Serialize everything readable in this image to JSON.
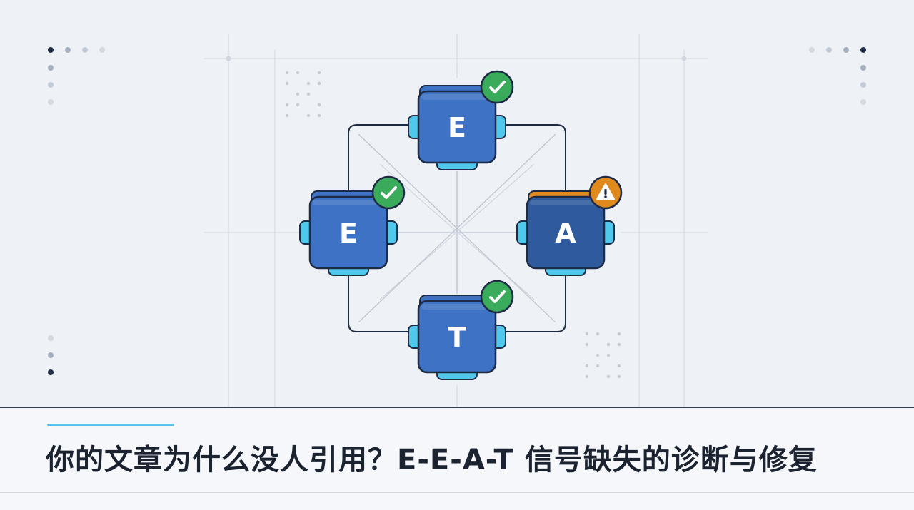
{
  "title": "你的文章为什么没人引用？E-E-A-T 信号缺失的诊断与修复",
  "nodes": [
    {
      "id": "experience",
      "letter": "E",
      "status": "ok"
    },
    {
      "id": "expertise",
      "letter": "E",
      "status": "ok"
    },
    {
      "id": "authoritativeness",
      "letter": "A",
      "status": "warning"
    },
    {
      "id": "trustworthiness",
      "letter": "T",
      "status": "ok"
    }
  ],
  "icons": {
    "ok": "check-circle-icon",
    "warning": "warning-triangle-icon"
  },
  "colors": {
    "background": "#eef1f5",
    "block": "#3d72c4",
    "block_dark": "#2f5a9e",
    "outline": "#1d2b45",
    "connector": "#4fc8ec",
    "ok": "#3aab5a",
    "warning": "#e08a1e"
  }
}
